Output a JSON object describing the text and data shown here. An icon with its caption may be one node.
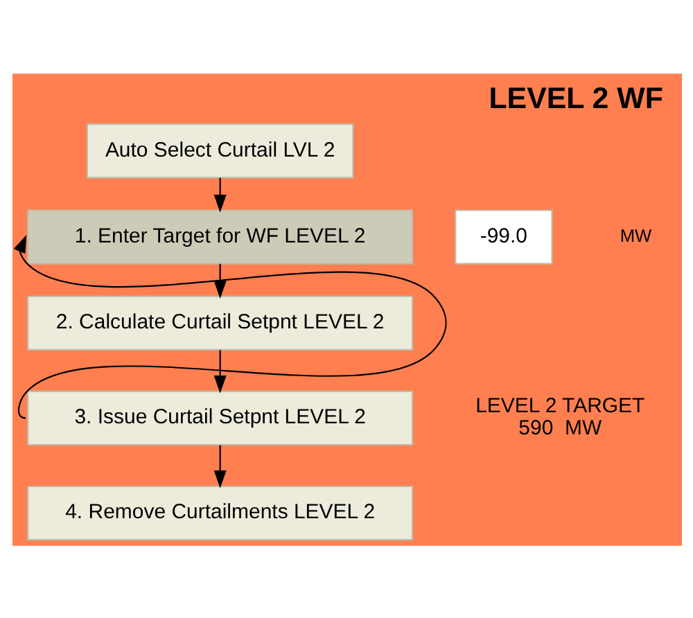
{
  "diagram": {
    "title": "LEVEL 2 WF",
    "nodes": [
      {
        "text": [
          "Auto Select Curtail LVL 2"
        ]
      },
      {
        "text": [
          "1. Enter Target for WF LEVEL 2"
        ]
      },
      {
        "text": [
          "2. Calculate Curtail Setpnt LEVEL 2"
        ]
      },
      {
        "text": [
          "3. Issue Curtail Setpnt LEVEL 2"
        ]
      },
      {
        "text": [
          "4. Remove Curtailments LEVEL 2"
        ]
      },
      {
        "text": [
          "-99.0"
        ],
        "beside": [
          "MW"
        ]
      }
    ],
    "edges": [
      {
        "from": 0,
        "to": 1,
        "arrow": "to"
      },
      {
        "from": 1,
        "to": 2,
        "arrow": "to"
      },
      {
        "from": 2,
        "to": 3,
        "arrow": "to"
      },
      {
        "from": 3,
        "to": 4,
        "arrow": "to"
      },
      {
        "from": 3,
        "to": 1,
        "arrow": "to"
      }
    ],
    "labels": [
      "LEVEL 2 TARGET",
      "590  MW"
    ]
  }
}
